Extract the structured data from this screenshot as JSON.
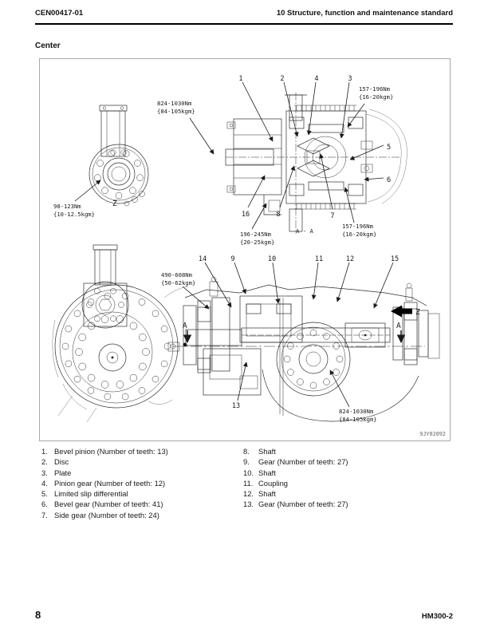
{
  "header": {
    "left": "CEN00417-01",
    "right": "10 Structure, function and maintenance standard"
  },
  "section_title": "Center",
  "figure": {
    "code": "9JY02092",
    "torques": {
      "t1": {
        "nm": "824-1030Nm",
        "kgm": "{84-105kgm}"
      },
      "t2": {
        "nm": "157-196Nm",
        "kgm": "{16-20kgm}"
      },
      "t3": {
        "nm": "98-123Nm",
        "kgm": "{10-12.5kgm}"
      },
      "t4": {
        "nm": "196-245Nm",
        "kgm": "{20-25kgm}"
      },
      "t5": {
        "nm": "157-196Nm",
        "kgm": "{16-20kgm}"
      },
      "t6": {
        "nm": "490-608Nm",
        "kgm": "{50-62kgm}"
      },
      "t7": {
        "nm": "824-1030Nm",
        "kgm": "{84-105kgm}"
      }
    },
    "callouts": {
      "c1": "1",
      "c2": "2",
      "c3": "3",
      "c4": "4",
      "c5": "5",
      "c6": "6",
      "c7": "7",
      "c8": "8",
      "c9": "9",
      "c10": "10",
      "c11": "11",
      "c12": "12",
      "c13": "13",
      "c14": "14",
      "c15": "15",
      "c16": "16"
    },
    "labels": {
      "section_aa": "A - A",
      "z_upper": "Z",
      "z_side": "Z",
      "a_left": "A",
      "a_right": "A"
    }
  },
  "parts": {
    "left": [
      {
        "num": "1.",
        "label": "Bevel pinion (Number of teeth: 13)"
      },
      {
        "num": "2.",
        "label": "Disc"
      },
      {
        "num": "3.",
        "label": "Plate"
      },
      {
        "num": "4.",
        "label": "Pinion gear (Number of teeth: 12)"
      },
      {
        "num": "5.",
        "label": "Limited slip differential"
      },
      {
        "num": "6.",
        "label": "Bevel gear (Number of teeth: 41)"
      },
      {
        "num": "7.",
        "label": "Side gear (Number of teeth: 24)"
      }
    ],
    "right": [
      {
        "num": "8.",
        "label": "Shaft"
      },
      {
        "num": "9.",
        "label": "Gear (Number of teeth: 27)"
      },
      {
        "num": "10.",
        "label": "Shaft"
      },
      {
        "num": "11.",
        "label": "Coupling"
      },
      {
        "num": "12.",
        "label": "Shaft"
      },
      {
        "num": "13.",
        "label": "Gear (Number of teeth: 27)"
      }
    ]
  },
  "footer": {
    "page": "8",
    "model": "HM300-2"
  }
}
